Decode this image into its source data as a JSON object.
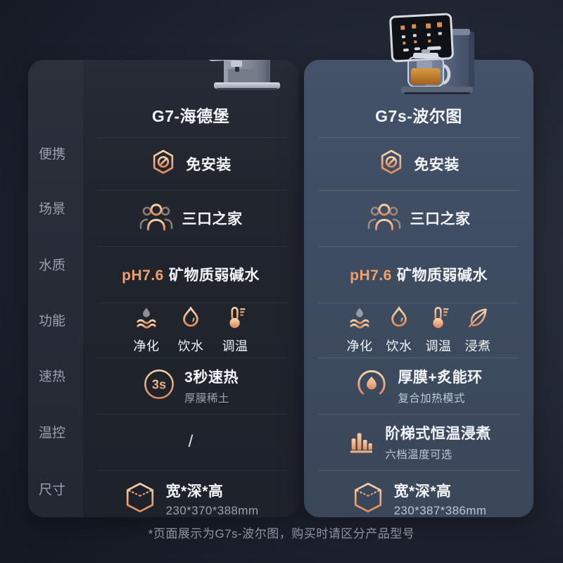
{
  "page": {
    "footnote": "*页面展示为G7s-波尔图，购买时请区分产品型号"
  },
  "sidebar": {
    "labels": [
      "便携",
      "场景",
      "水质",
      "功能",
      "速热",
      "温控",
      "尺寸"
    ]
  },
  "colors": {
    "accent_light": "#F6CFA4",
    "accent": "#EFA06C",
    "accent_deep": "#E08A5C",
    "left_card_bg": "#20252E",
    "right_card_bg": "#3E4C61"
  },
  "left": {
    "title": "G7-海德堡",
    "portable": "免安装",
    "scene": "三口之家",
    "water": {
      "ph": "pH7.6",
      "desc": "矿物质弱碱水"
    },
    "functions": [
      {
        "label": "净化"
      },
      {
        "label": "饮水"
      },
      {
        "label": "调温"
      }
    ],
    "heat": {
      "badge": "3s",
      "title": "3秒速热",
      "subtitle": "厚膜稀土"
    },
    "temp_control": {
      "title": "/"
    },
    "size": {
      "title": "宽*深*高",
      "value": "230*370*388mm"
    }
  },
  "right": {
    "title": "G7s-波尔图",
    "portable": "免安装",
    "scene": "三口之家",
    "water": {
      "ph": "pH7.6",
      "desc": "矿物质弱碱水"
    },
    "functions": [
      {
        "label": "净化"
      },
      {
        "label": "饮水"
      },
      {
        "label": "调温"
      },
      {
        "label": "浸煮"
      }
    ],
    "heat": {
      "title": "厚膜+炙能环",
      "subtitle": "复合加热模式"
    },
    "temp_control": {
      "title": "阶梯式恒温浸煮",
      "subtitle": "六档温度可选"
    },
    "size": {
      "title": "宽*深*高",
      "value": "230*387*386mm"
    }
  }
}
